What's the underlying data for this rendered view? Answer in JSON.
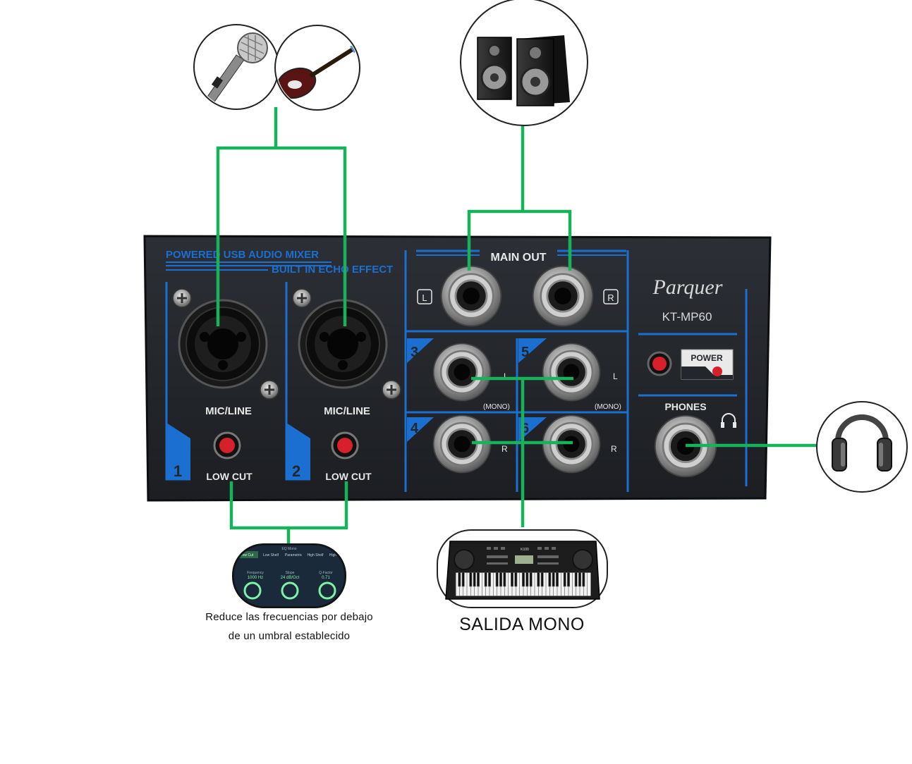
{
  "mixer": {
    "header_line1": "POWERED USB AUDIO MIXER",
    "header_line2": "BUILT IN ECHO EFFECT",
    "brand": "Parquer",
    "model": "KT-MP60",
    "main_out": "MAIN OUT",
    "main_out_left": "L",
    "main_out_right": "R",
    "mic_line_label": "MIC/LINE",
    "low_cut_label": "LOW CUT",
    "channel_1": "1",
    "channel_2": "2",
    "channel_3": "3",
    "channel_4": "4",
    "channel_5": "5",
    "channel_6": "6",
    "jack_left": "L",
    "jack_right": "R",
    "mono_tag": "(MONO)",
    "power_label": "POWER",
    "phones_label": "PHONES"
  },
  "eq_plugin": {
    "title": "EQ Mono",
    "tabs": [
      "Low Cut",
      "Low Shelf",
      "Parametric",
      "High Shelf",
      "High"
    ],
    "knobs": [
      {
        "label": "Frequency",
        "value": "1000 Hz"
      },
      {
        "label": "Slope",
        "value": "24 dB/Oct"
      },
      {
        "label": "Q-Factor",
        "value": "0.71"
      }
    ]
  },
  "keyboard": {
    "model": "K100"
  },
  "captions": {
    "low_cut_line1": "Reduce las frecuencias por debajo",
    "low_cut_line2": "de un umbral establecido",
    "mono_output": "SALIDA MONO"
  },
  "colors": {
    "wire": "#17b35a",
    "panel": "#23262c",
    "accent_blue": "#1a6fd1",
    "jack_red": "#d8202a"
  },
  "icons": [
    "microphone-icon",
    "guitar-icon",
    "speakers-icon",
    "headphones-icon",
    "keyboard-icon",
    "eq-plugin-icon"
  ]
}
